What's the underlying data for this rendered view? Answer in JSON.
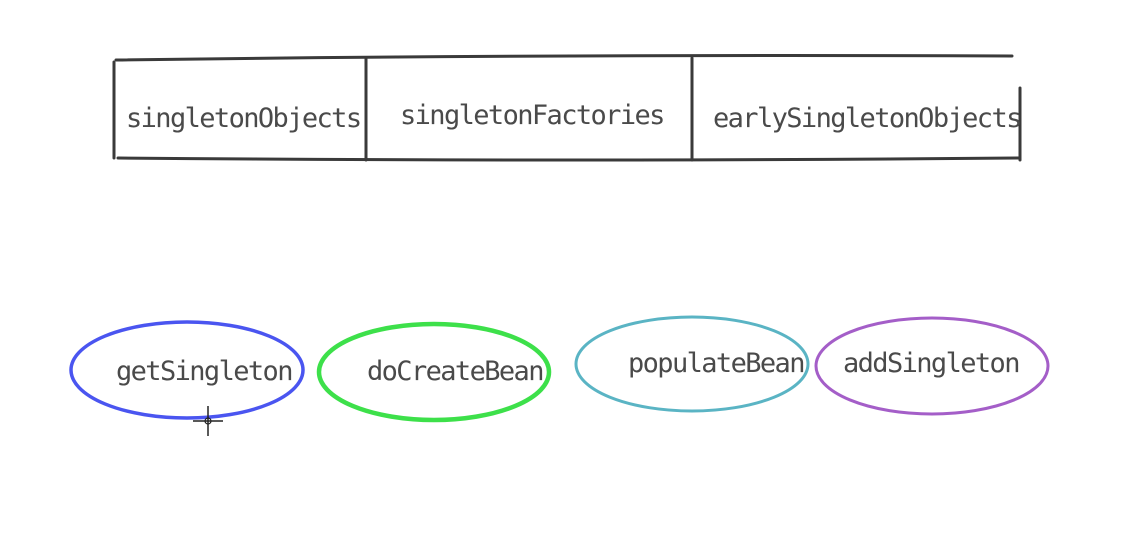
{
  "table": {
    "cells": [
      "singletonObjects",
      "singletonFactories",
      "earlySingletonObjects"
    ]
  },
  "nodes": [
    {
      "label": "getSingleton",
      "color": "#4a55f0"
    },
    {
      "label": "doCreateBean",
      "color": "#3de04a"
    },
    {
      "label": "populateBean",
      "color": "#5ab4c4"
    },
    {
      "label": "addSingleton",
      "color": "#a45ec8"
    }
  ]
}
